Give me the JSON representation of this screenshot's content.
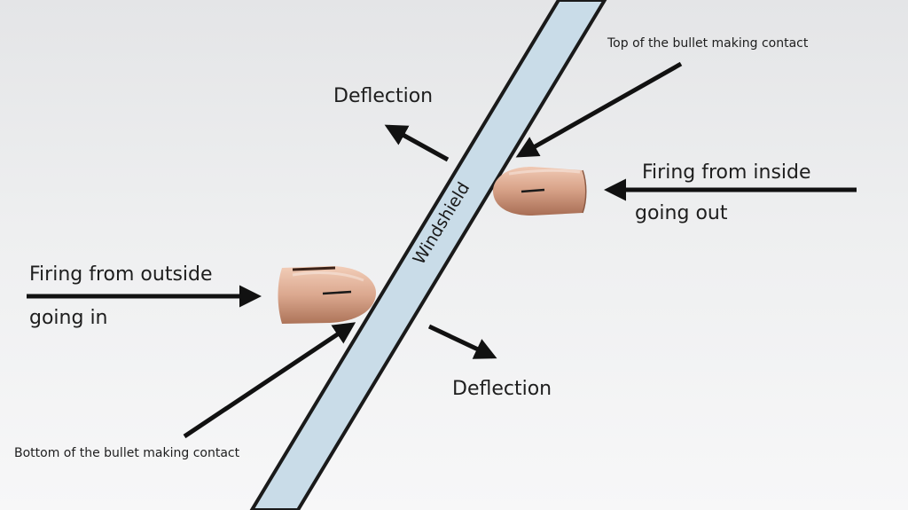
{
  "labels": {
    "top_contact": "Top of the bullet making contact",
    "deflection_upper": "Deflection",
    "inside_line1": "Firing from inside",
    "inside_line2": "going out",
    "outside_line1": "Firing from outside",
    "outside_line2": "going in",
    "deflection_lower": "Deflection",
    "bottom_contact": "Bottom of the bullet making contact",
    "windshield": "Windshield"
  },
  "colors": {
    "windshield_fill": "#c9dce8",
    "windshield_edge": "#1a1a1a",
    "arrow": "#111111",
    "bullet_copper": "#d9a48a",
    "background": "#eceded"
  }
}
